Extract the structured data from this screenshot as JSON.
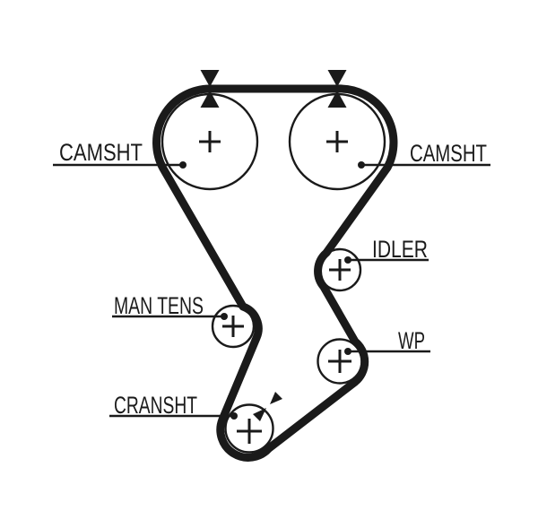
{
  "diagram": {
    "kind": "timing-belt-routing",
    "background_color": "#ffffff",
    "ink_color": "#1a1a1a",
    "labels": {
      "camshaft_left": "CAMSHT",
      "camshaft_right": "CAMSHT",
      "idler": "IDLER",
      "manual_tensioner": "MAN TENS",
      "water_pump": "WP",
      "crankshaft": "CRANSHT"
    },
    "pulleys": [
      {
        "name": "camshaft-left",
        "label": "CAMSHT",
        "center_mark": "+",
        "timing_mark": "opposing-triangles-top"
      },
      {
        "name": "camshaft-right",
        "label": "CAMSHT",
        "center_mark": "+",
        "timing_mark": "opposing-triangles-top"
      },
      {
        "name": "idler",
        "label": "IDLER",
        "center_mark": "+",
        "timing_mark": null
      },
      {
        "name": "manual-tensioner",
        "label": "MAN TENS",
        "center_mark": "+",
        "timing_mark": null
      },
      {
        "name": "water-pump",
        "label": "WP",
        "center_mark": "+",
        "timing_mark": null
      },
      {
        "name": "crankshaft",
        "label": "CRANSHT",
        "center_mark": "+",
        "timing_mark": "opposing-triangles-diagonal"
      }
    ],
    "icons": {
      "pulley_center_mark": "+",
      "timing_mark": "filled-triangle-pair"
    }
  }
}
